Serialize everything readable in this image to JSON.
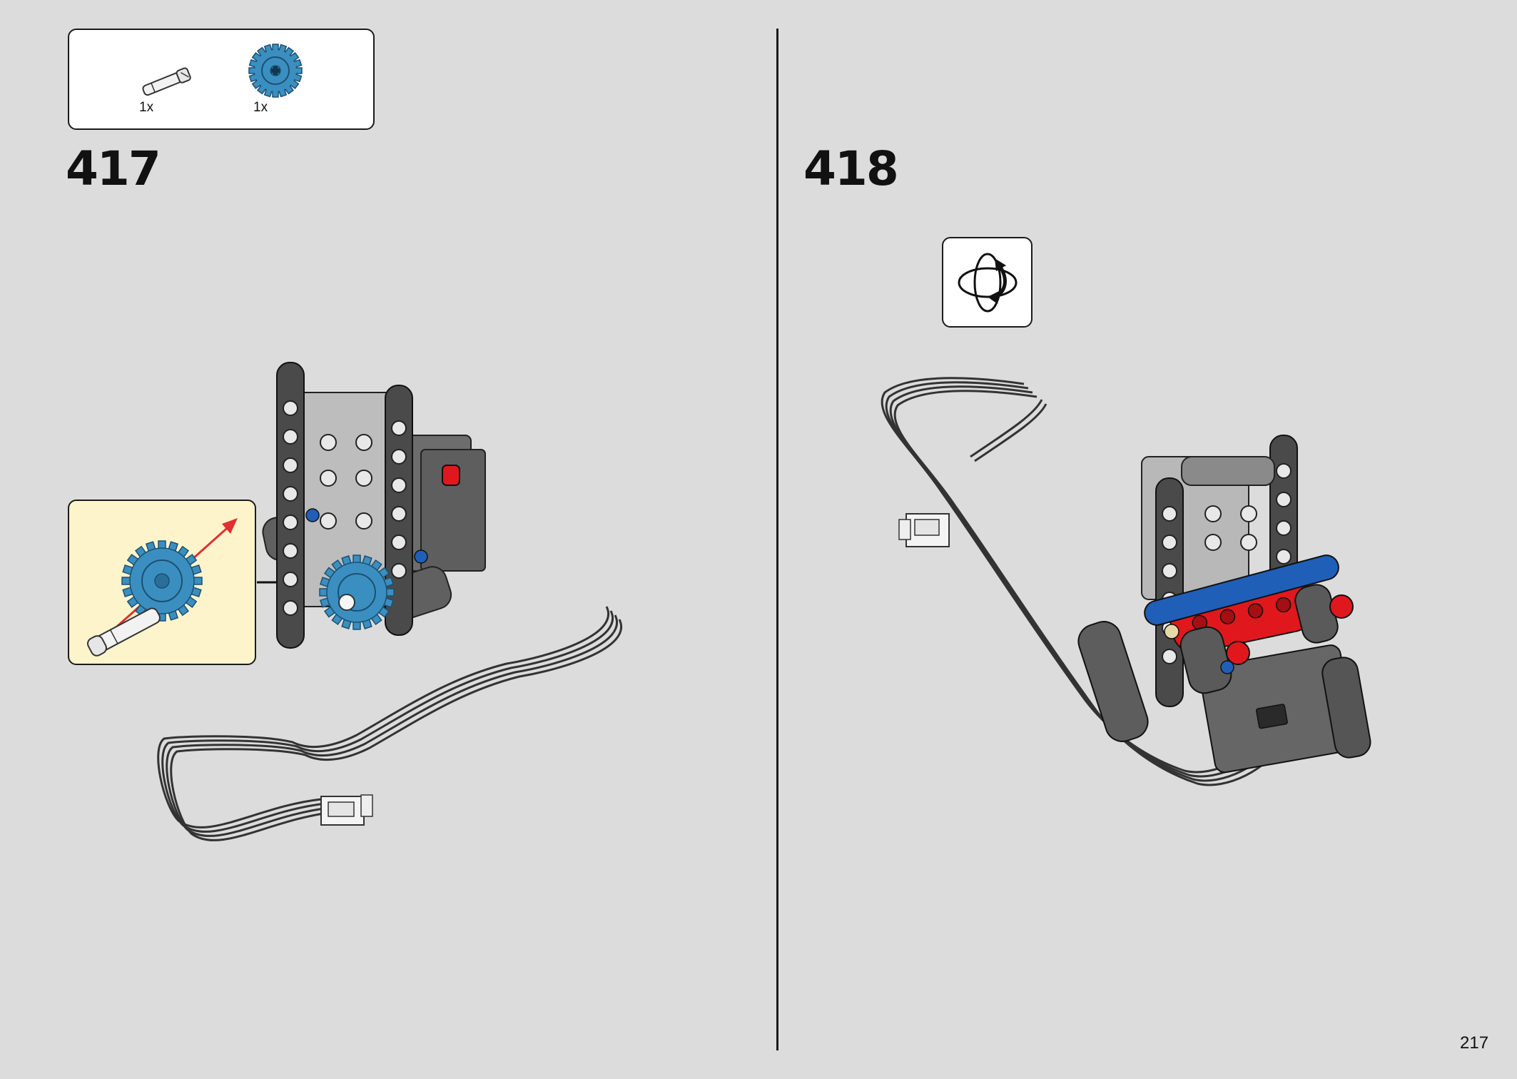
{
  "page": {
    "number": "217"
  },
  "steps": [
    {
      "number": "417",
      "parts": [
        {
          "qty": "1x",
          "icon": "technic-axle-pin-light-gray"
        },
        {
          "qty": "1x",
          "icon": "gear-20-tooth-blue"
        }
      ],
      "callout_icon": "gear-on-axle-pin-subassembly"
    },
    {
      "number": "418",
      "rotate_icon": "rotate-model-icon"
    }
  ],
  "colors": {
    "background": "#dcdcdc",
    "callout_background": "#fdf4cc",
    "gear_blue": "#3a8fc0",
    "beam_dark": "#5a5a5a",
    "beam_light": "#b8b8b8",
    "beam_red": "#e0181e",
    "beam_blue": "#1f5fb8",
    "arrow_red": "#e03030"
  }
}
